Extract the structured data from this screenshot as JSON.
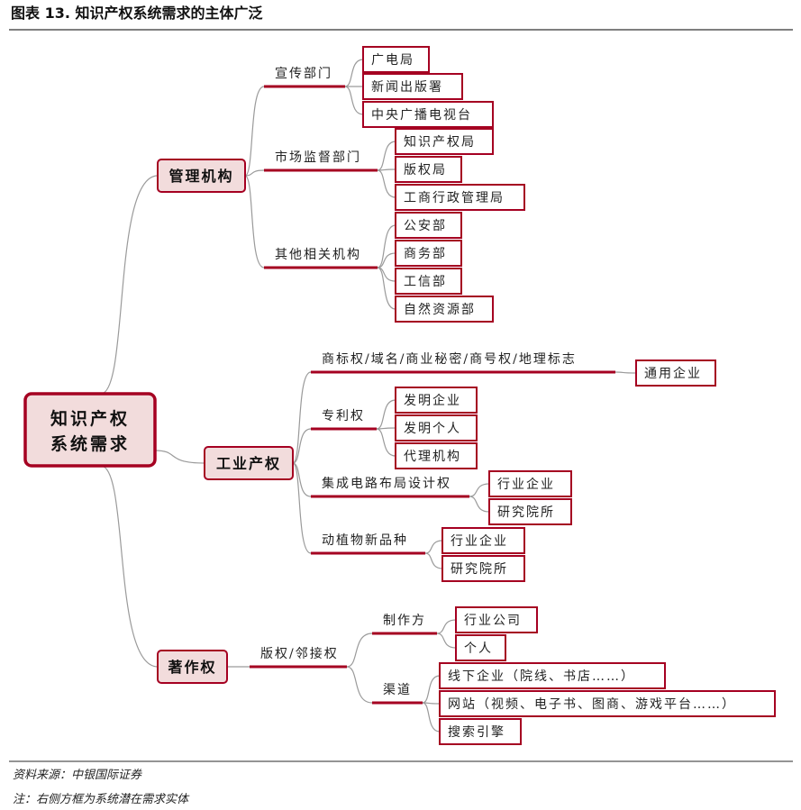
{
  "title": "图表 13. 知识产权系统需求的主体广泛",
  "root": {
    "line1": "知识产权",
    "line2": "系统需求"
  },
  "management": {
    "label": "管理机构",
    "groups": [
      {
        "label": "宣传部门",
        "items": [
          "广电局",
          "新闻出版署",
          "中央广播电视台"
        ]
      },
      {
        "label": "市场监督部门",
        "items": [
          "知识产权局",
          "版权局",
          "工商行政管理局"
        ]
      },
      {
        "label": "其他相关机构",
        "items": [
          "公安部",
          "商务部",
          "工信部",
          "自然资源部"
        ]
      }
    ]
  },
  "industrial": {
    "label": "工业产权",
    "groups": [
      {
        "label": "商标权/域名/商业秘密/商号权/地理标志",
        "items": [
          "通用企业"
        ]
      },
      {
        "label": "专利权",
        "items": [
          "发明企业",
          "发明个人",
          "代理机构"
        ]
      },
      {
        "label": "集成电路布局设计权",
        "items": [
          "行业企业",
          "研究院所"
        ]
      },
      {
        "label": "动植物新品种",
        "items": [
          "行业企业",
          "研究院所"
        ]
      }
    ]
  },
  "copyright": {
    "label": "著作权",
    "sub": {
      "label": "版权/邻接权",
      "groups": [
        {
          "label": "制作方",
          "items": [
            "行业公司",
            "个人"
          ]
        },
        {
          "label": "渠道",
          "items": [
            "线下企业（院线、书店……）",
            "网站（视频、电子书、图商、游戏平台……）",
            "搜索引擎"
          ]
        }
      ]
    }
  },
  "footer": {
    "source": "资料来源：中银国际证券",
    "note": "注：右侧方框为系统潜在需求实体"
  },
  "colors": {
    "accent": "#a50021",
    "fill": "#f2dcdc",
    "connector": "#9a9a9a"
  }
}
